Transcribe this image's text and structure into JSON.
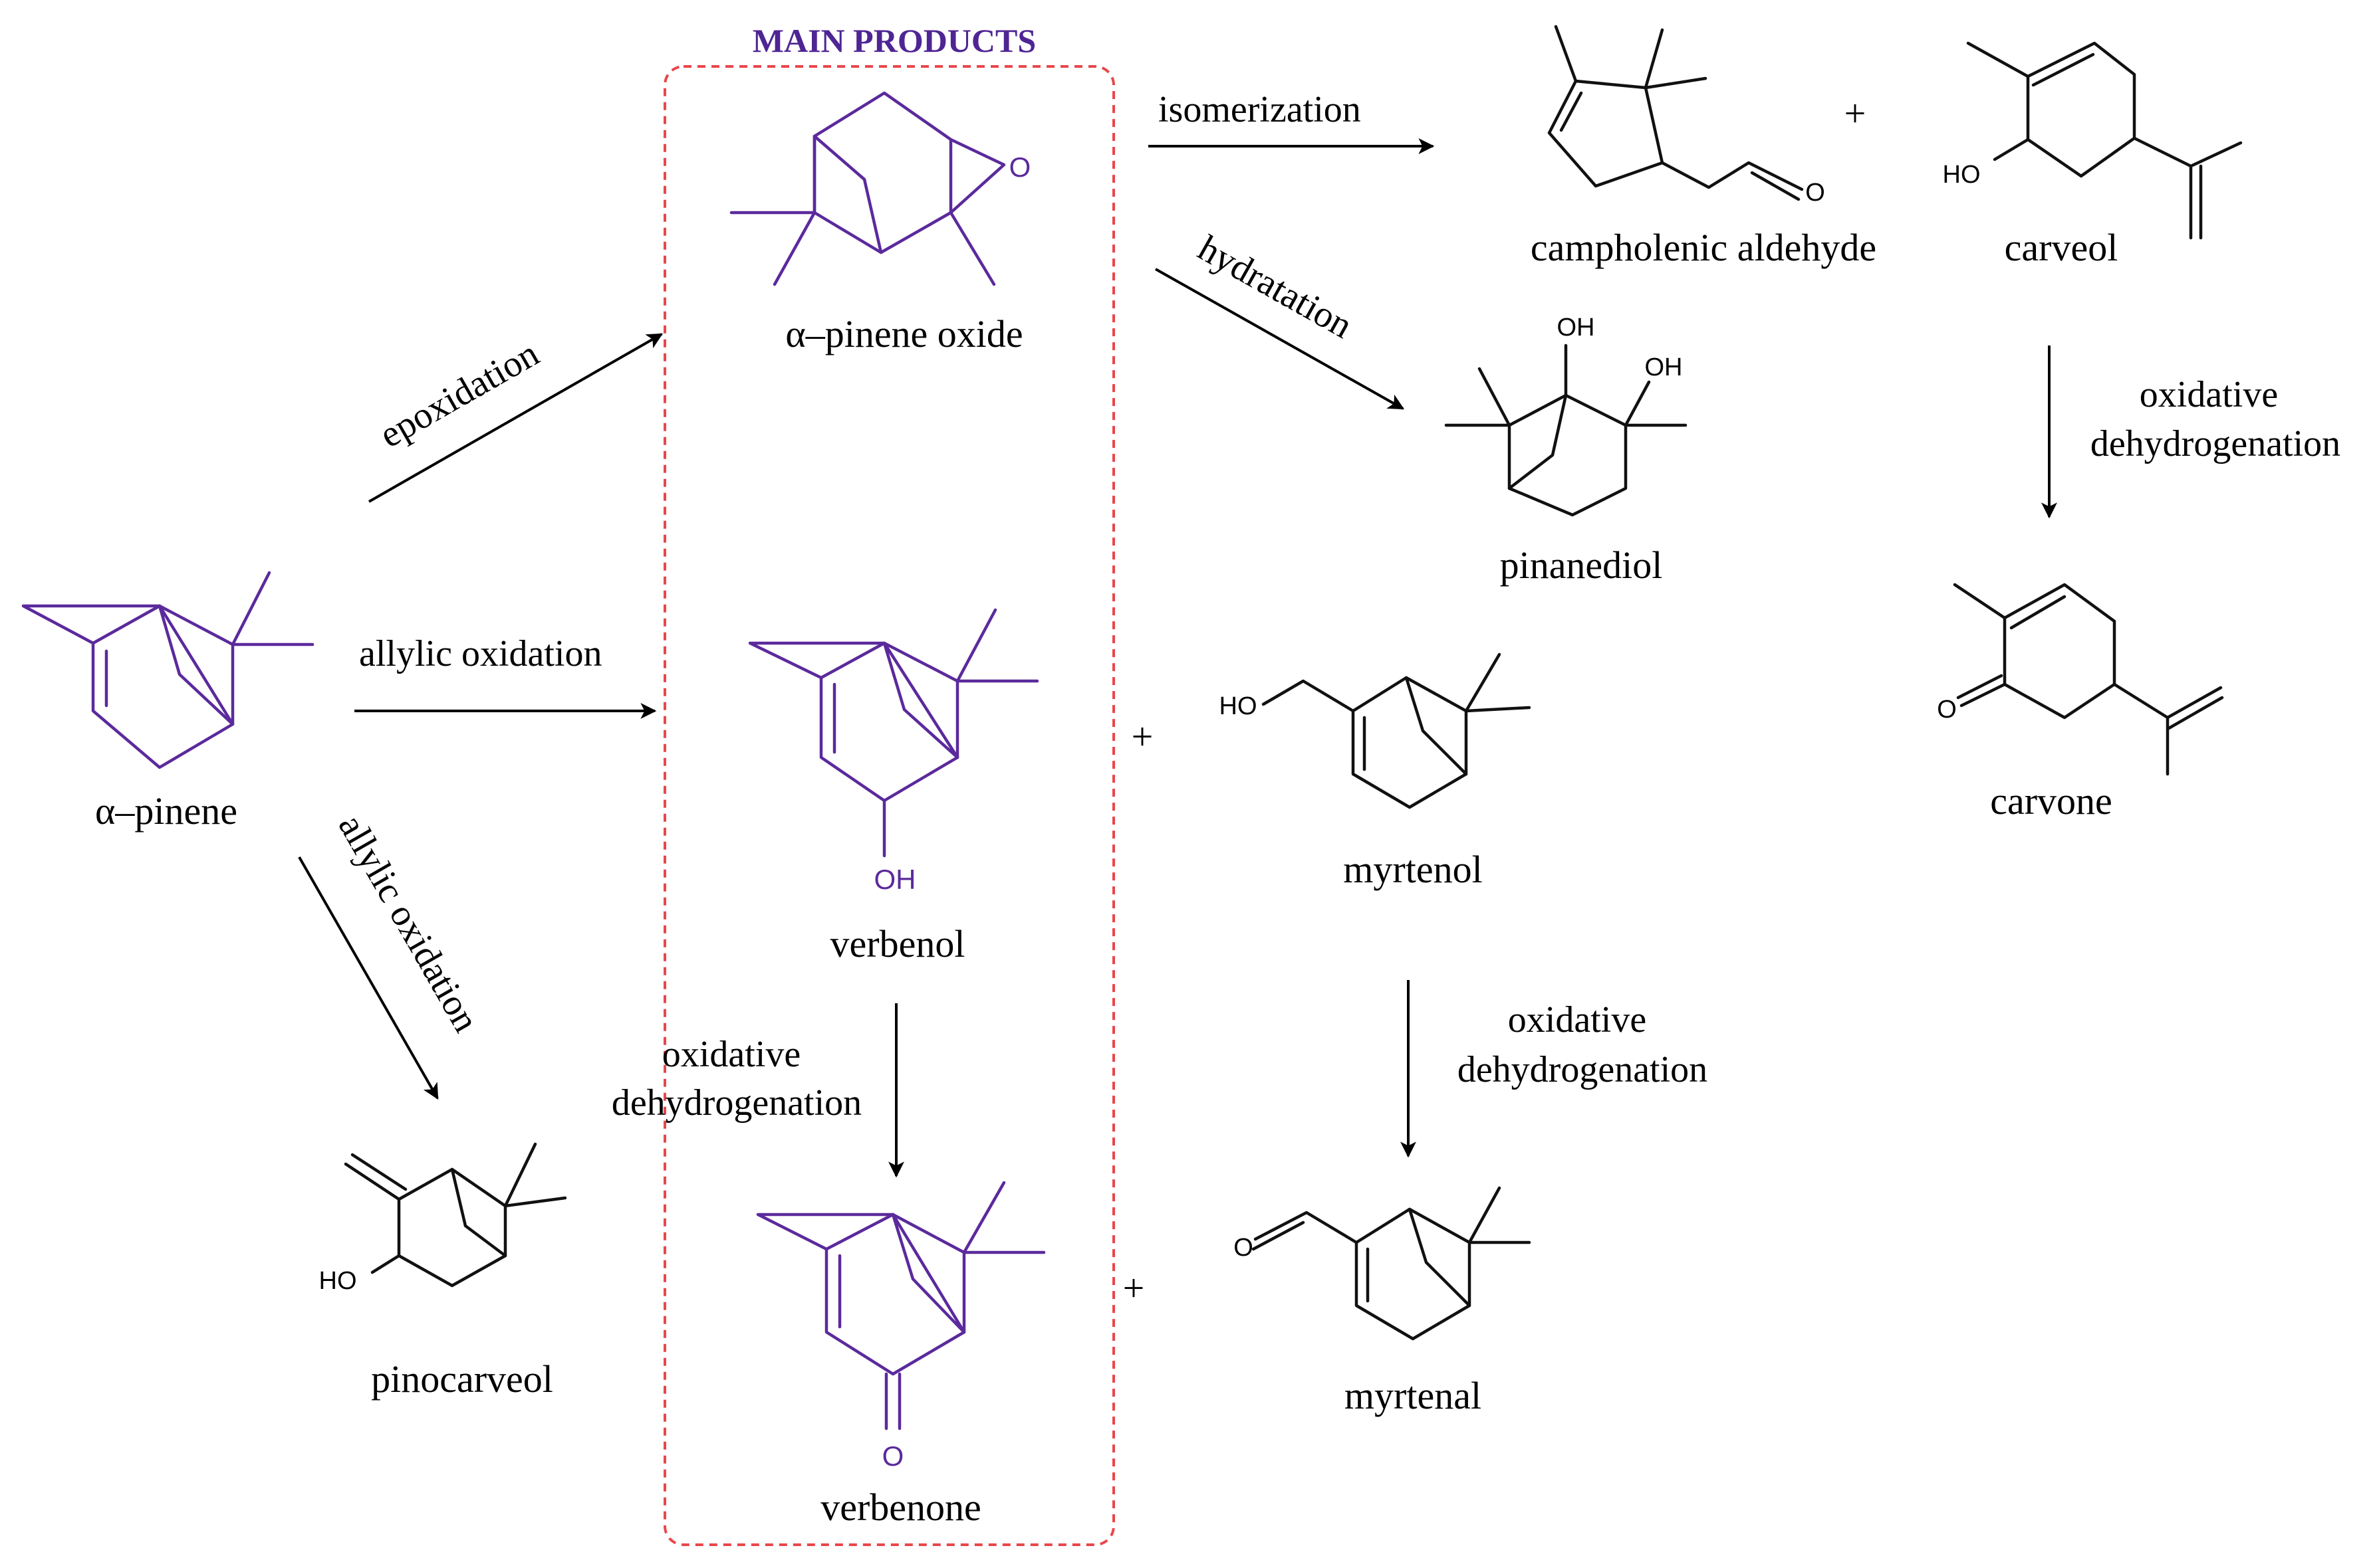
{
  "colors": {
    "main_structure": "#5b2a9c",
    "side_structure": "#111111",
    "main_box_border": "#e8474b",
    "title": "#4f2594",
    "text": "#000000"
  },
  "main_box": {
    "title": "MAIN PRODUCTS"
  },
  "compounds": {
    "alpha_pinene": "α–pinene",
    "alpha_pinene_oxide": "α–pinene oxide",
    "verbenol": "verbenol",
    "verbenone": "verbenone",
    "pinocarveol": "pinocarveol",
    "campholenic_aldehyde": "campholenic aldehyde",
    "carveol": "carveol",
    "carvone": "carvone",
    "pinanediol": "pinanediol",
    "myrtenol": "myrtenol",
    "myrtenal": "myrtenal"
  },
  "reactions": {
    "epoxidation": "epoxidation",
    "allylic_oxidation_horizontal": "allylic oxidation",
    "allylic_oxidation_diagonal": "allylic oxidation",
    "isomerization": "isomerization",
    "hydratation": "hydratation",
    "oxdehyd_verbenol": [
      "oxidative",
      "dehydrogenation"
    ],
    "oxdehyd_myrtenol": [
      "oxidative",
      "dehydrogenation"
    ],
    "oxdehyd_carveol": [
      "oxidative",
      "dehydrogenation"
    ]
  },
  "atoms": {
    "O": "O",
    "OH": "OH",
    "HO": "HO"
  },
  "plus_sign": "+"
}
